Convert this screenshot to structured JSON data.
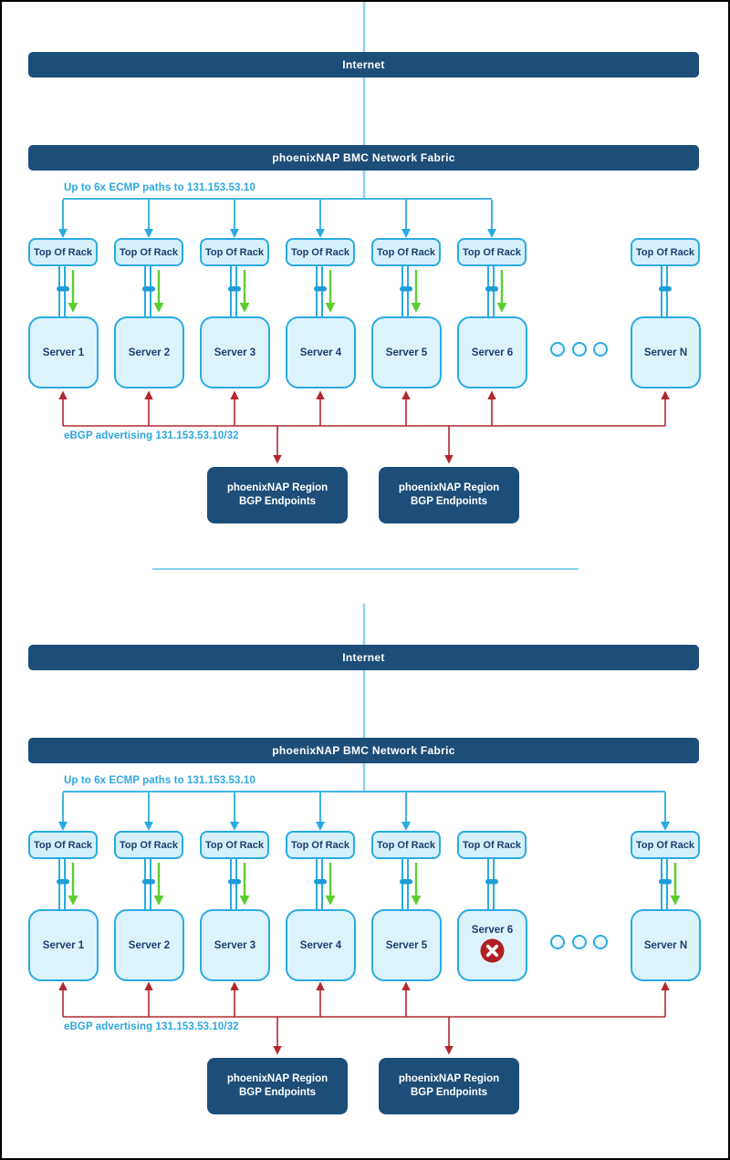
{
  "title": "phoenixNAP BMC network fabric ECMP / eBGP architecture diagram (normal and failed-server states)",
  "colors": {
    "navy": "#1c4e79",
    "box_border_blue": "#29abe2",
    "box_fill_light": "#ddf3fc",
    "tor_fill_light": "#d5f0fb",
    "connector_light_blue": "#8ad4f2",
    "link_bar_blue": "#1e9cd8",
    "green_arrow": "#5ecc31",
    "red_line": "#b2282d",
    "note_text_blue": "#2da7e0",
    "box_text_navy": "#1b3e6f",
    "error_icon_red": "#b01e23",
    "divider_blue": "#5fc3eb"
  },
  "diagram1": {
    "internet_label": "Internet",
    "fabric_label": "phoenixNAP BMC Network Fabric",
    "ecmp_note": "Up to 6x ECMP paths to 131.153.53.10",
    "ebgp_note": "eBGP advertising 131.153.53.10/32",
    "tor_labels": [
      "Top Of Rack",
      "Top Of Rack",
      "Top Of Rack",
      "Top Of Rack",
      "Top Of Rack",
      "Top Of Rack",
      "Top Of Rack"
    ],
    "server_labels": [
      "Server 1",
      "Server 2",
      "Server 3",
      "Server 4",
      "Server 5",
      "Server 6",
      "Server N"
    ],
    "endpoint_boxes": [
      {
        "line1": "phoenixNAP Region",
        "line2": "BGP Endpoints"
      },
      {
        "line1": "phoenixNAP Region",
        "line2": "BGP Endpoints"
      }
    ]
  },
  "diagram2": {
    "internet_label": "Internet",
    "fabric_label": "phoenixNAP BMC Network Fabric",
    "ecmp_note": "Up to 6x ECMP paths to 131.153.53.10",
    "ebgp_note": "eBGP advertising 131.153.53.10/32",
    "tor_labels": [
      "Top Of Rack",
      "Top Of Rack",
      "Top Of Rack",
      "Top Of Rack",
      "Top Of Rack",
      "Top Of Rack",
      "Top Of Rack"
    ],
    "server_labels": [
      "Server 1",
      "Server 2",
      "Server 3",
      "Server 4",
      "Server 5",
      "Server 6",
      "Server N"
    ],
    "failed_server": "Server 6",
    "endpoint_boxes": [
      {
        "line1": "phoenixNAP Region",
        "line2": "BGP Endpoints"
      },
      {
        "line1": "phoenixNAP Region",
        "line2": "BGP Endpoints"
      }
    ]
  }
}
